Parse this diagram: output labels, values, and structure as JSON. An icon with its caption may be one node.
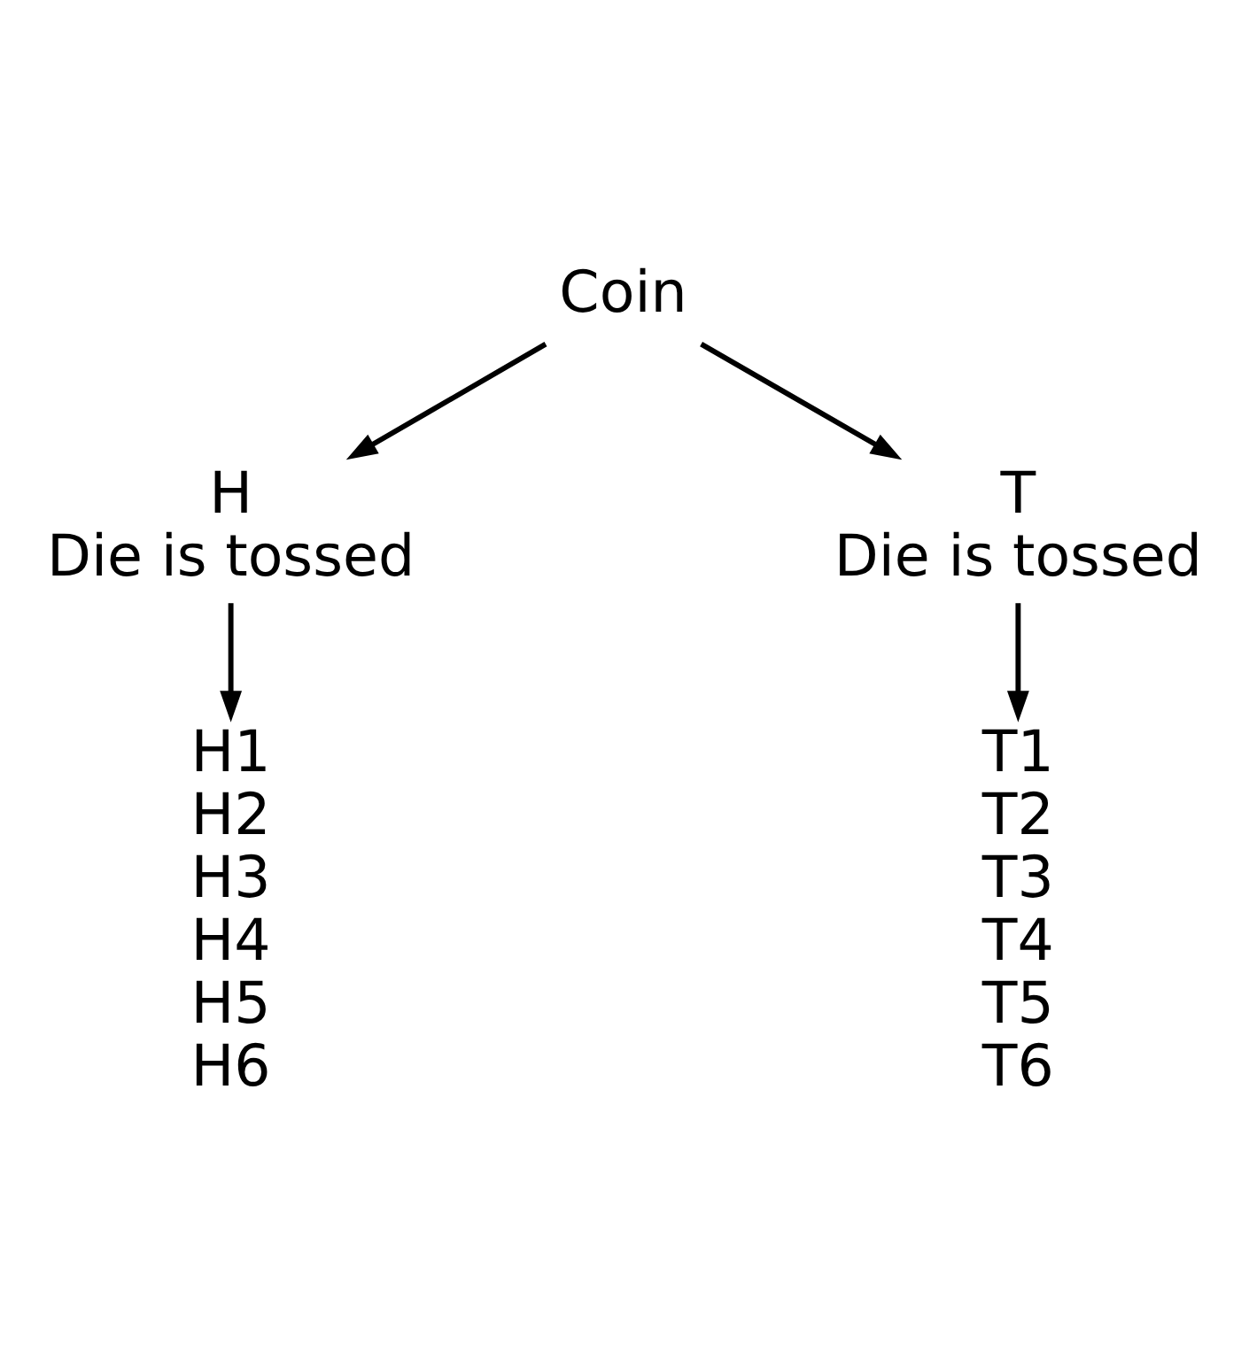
{
  "diagram": {
    "nodes": [
      {
        "text": [
          "Coin"
        ]
      },
      {
        "text": [
          "H",
          "Die is tossed"
        ]
      },
      {
        "text": [
          "H1",
          "H2",
          "H3",
          "H4",
          "H5",
          "H6"
        ]
      },
      {
        "text": [
          "T",
          "Die is tossed"
        ]
      },
      {
        "text": [
          "T1",
          "T2",
          "T3",
          "T4",
          "T5",
          "T6"
        ]
      }
    ],
    "edges": [
      {
        "from": 0,
        "to": 1,
        "arrow": "to"
      },
      {
        "from": 0,
        "to": 3,
        "arrow": "to"
      },
      {
        "from": 1,
        "to": 2,
        "arrow": "to"
      },
      {
        "from": 3,
        "to": 4,
        "arrow": "to"
      }
    ]
  }
}
